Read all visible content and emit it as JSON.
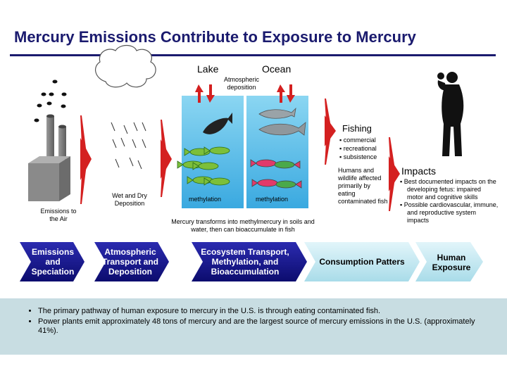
{
  "title": "Mercury Emissions Contribute to Exposure to Mercury",
  "labels": {
    "lake": "Lake",
    "ocean": "Ocean",
    "atmospheric_deposition": "Atmospheric deposition",
    "fishing": "Fishing",
    "fishing_items": [
      "▪ commercial",
      "▪ recreational",
      "▪ subsistence"
    ],
    "impacts": "Impacts",
    "impacts_items": [
      "▪  Best documented impacts on the developing fetus: impaired motor and cognitive skills",
      "▪  Possible cardiovascular, immune, and reproductive system impacts"
    ],
    "humans_wildlife": "Humans and wildlife affected primarily by eating contaminated fish",
    "emissions_to_air": "Emissions to the Air",
    "wet_dry_deposition": "Wet and Dry Deposition",
    "methylation_1": "methylation",
    "methylation_2": "methylation",
    "transform_text": "Mercury transforms into methylmercury in soils and water, then can bioaccumulate in fish"
  },
  "flow": [
    "Emissions and Speciation",
    "Atmospheric Transport and Deposition",
    "Ecosystem Transport, Methylation, and Bioaccumulation",
    "Consumption Patters",
    "Human Exposure"
  ],
  "notes": [
    "The primary pathway of human exposure to mercury in the U.S. is through eating contaminated fish.",
    "Power plants emit approximately 48 tons of mercury and are the largest source of mercury emissions in the U.S. (approximately 41%)."
  ],
  "colors": {
    "title": "#1a1a6e",
    "flow_dark": "#16168a",
    "flow_light": "#bfe6ef",
    "water": "#5cc6ea",
    "arrow_red": "#d42020",
    "notes_bg": "#c8dde2"
  }
}
